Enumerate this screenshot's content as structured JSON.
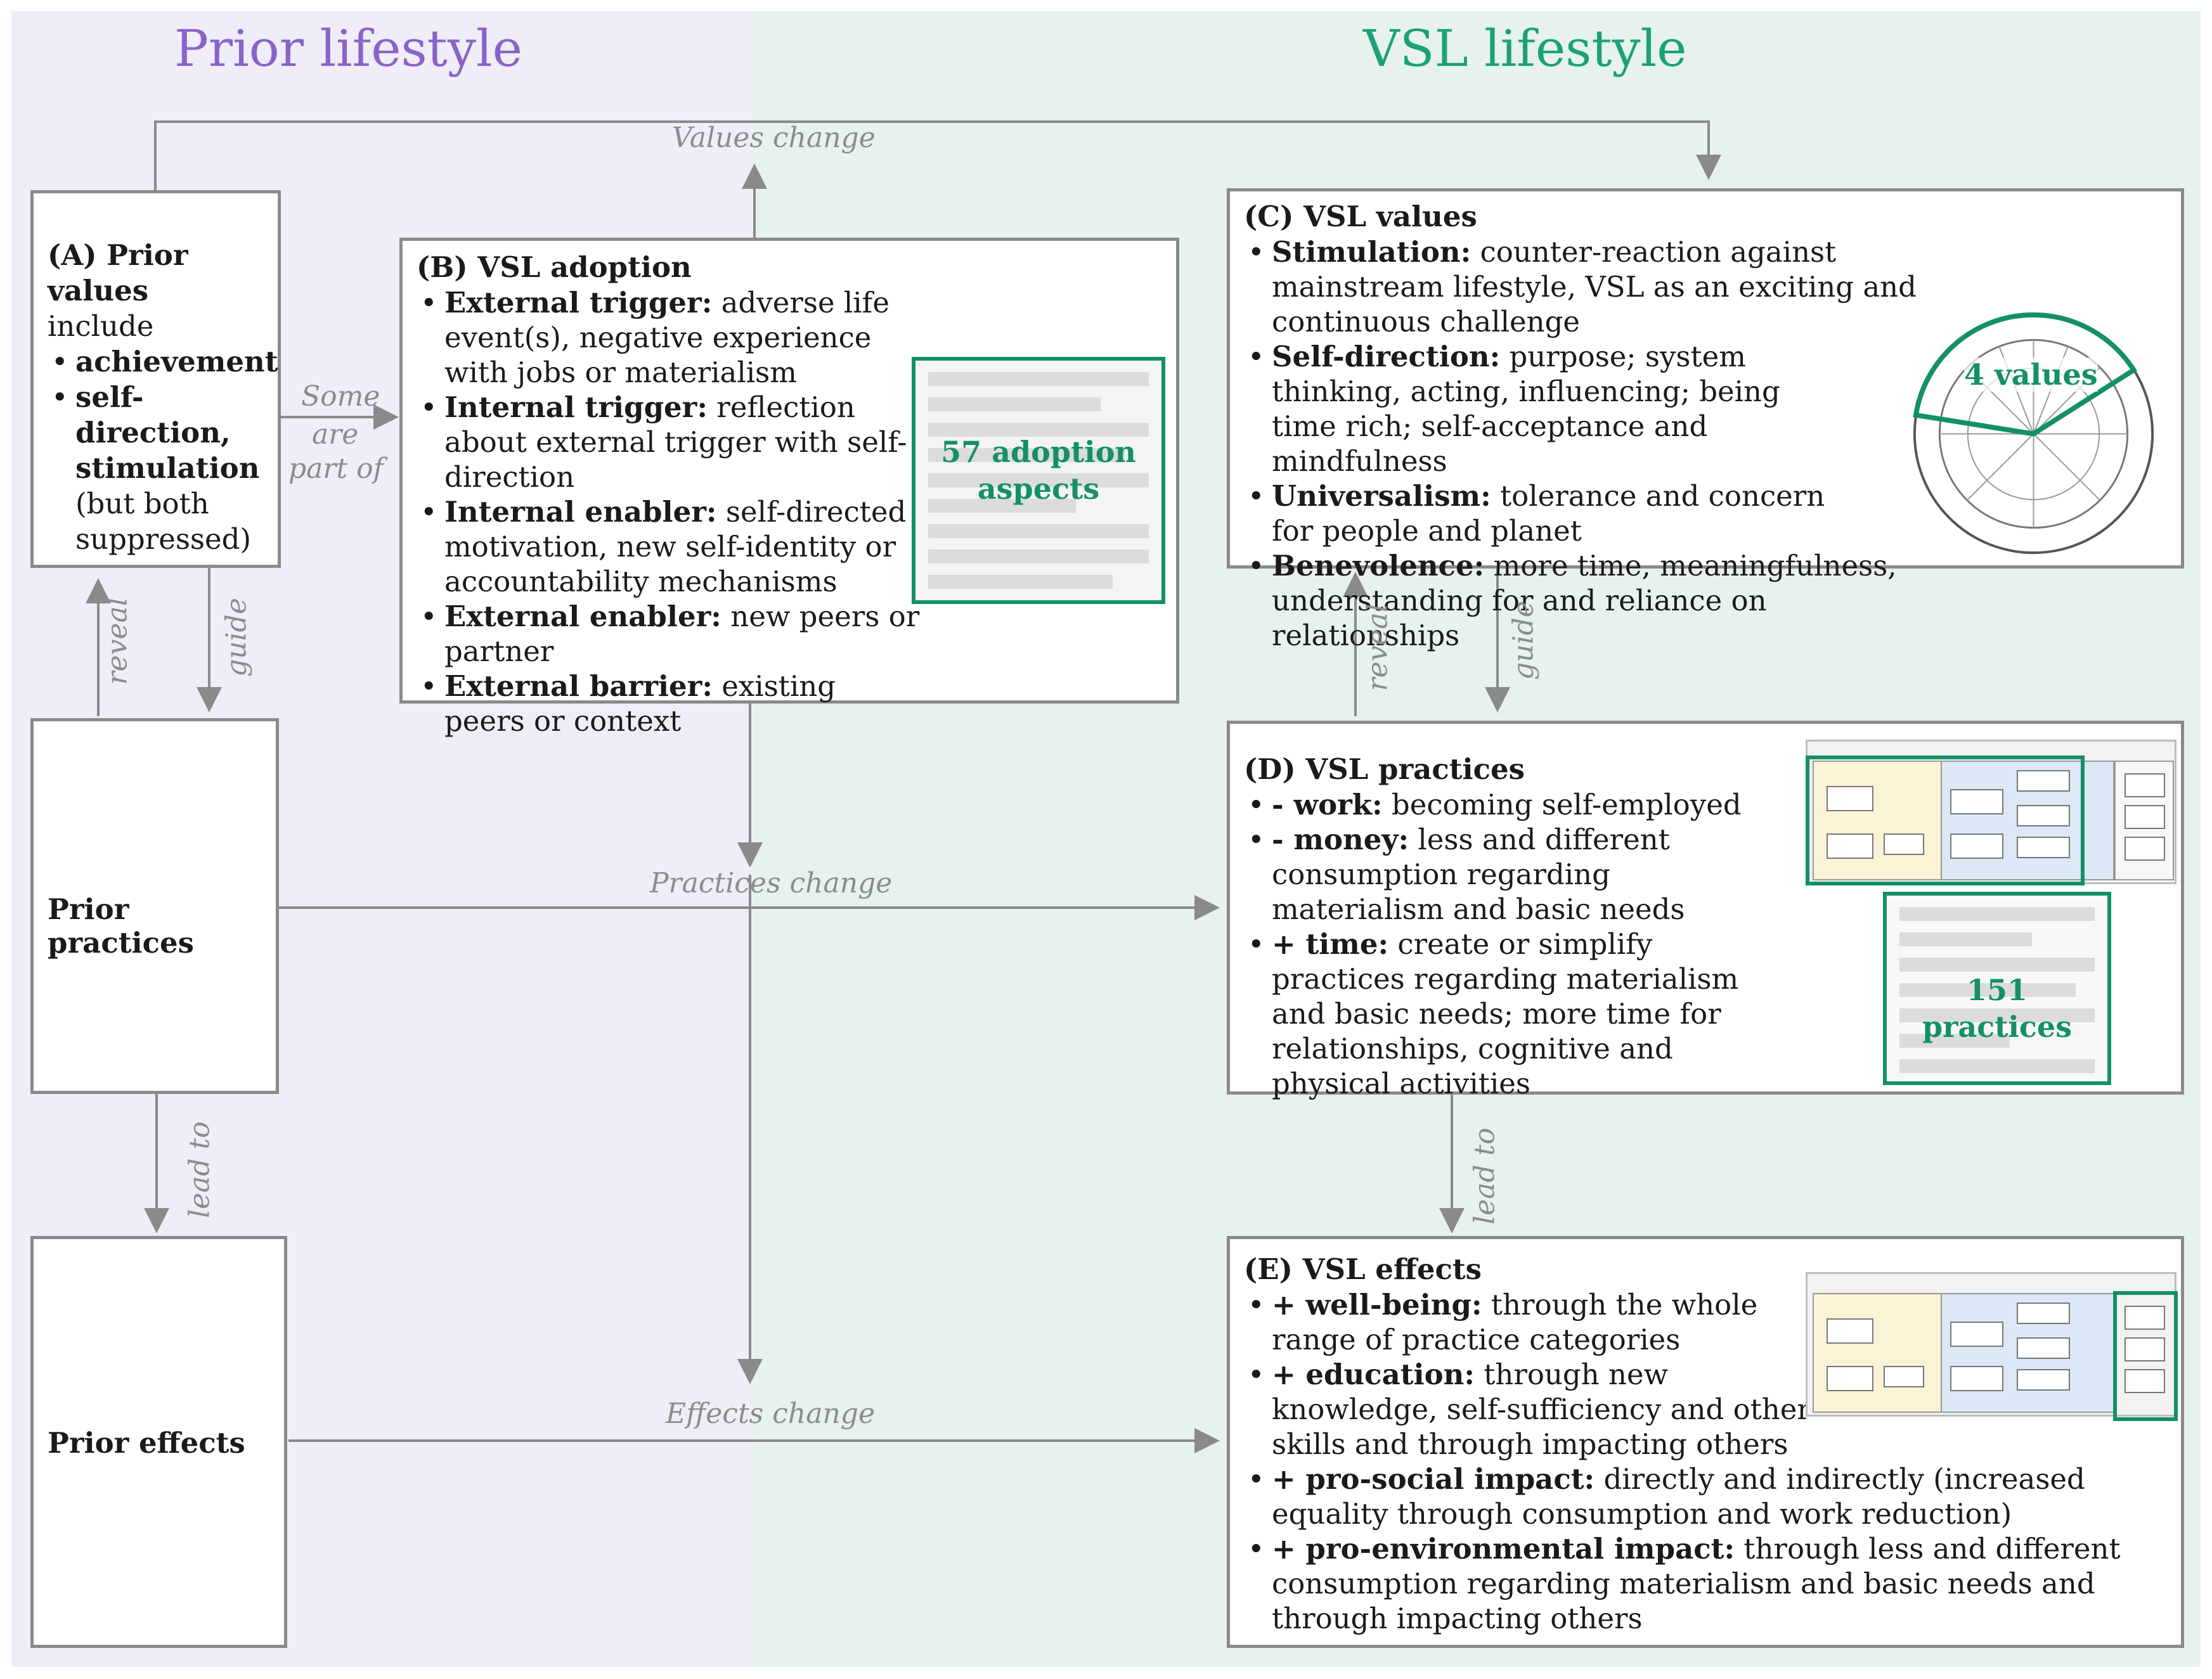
{
  "headings": {
    "prior": "Prior lifestyle",
    "vsl": "VSL lifestyle"
  },
  "box_a": {
    "title": "(A) Prior values",
    "intro": "include",
    "items": [
      {
        "bold": "achievement",
        "text": ""
      },
      {
        "bold": "self-direction, stimulation",
        "text": " (but both suppressed)"
      }
    ]
  },
  "box_b": {
    "title": "(B) VSL adoption",
    "items": [
      {
        "bold": "External trigger:",
        "text": " adverse life event(s), negative experience with jobs or materialism"
      },
      {
        "bold": "Internal trigger:",
        "text": " reflection about external trigger with self-direction"
      },
      {
        "bold": "Internal enabler:",
        "text": " self-directed motivation, new self-identity or accountability mechanisms"
      },
      {
        "bold": "External enabler:",
        "text": " new peers or partner"
      },
      {
        "bold": "External barrier:",
        "text": " existing peers or context"
      }
    ],
    "thumb_label_1": "57 adoption",
    "thumb_label_2": "aspects"
  },
  "box_c": {
    "title": "(C) VSL values",
    "items": [
      {
        "bold": "Stimulation:",
        "text": " counter-reaction against mainstream lifestyle, VSL as an exciting and continuous challenge"
      },
      {
        "bold": "Self-direction:",
        "text": " purpose; system thinking, acting, influencing; being time rich; self-acceptance and mindfulness"
      },
      {
        "bold": "Universalism:",
        "text": " tolerance and concern for people and planet"
      },
      {
        "bold": "Benevolence:",
        "text": " more time, meaningfulness, understanding for and reliance on relationships"
      }
    ],
    "wheel_label": "4 values"
  },
  "box_d": {
    "title": "(D) VSL practices",
    "items": [
      {
        "bold": "- work:",
        "text": " becoming self-employed"
      },
      {
        "bold": "- money:",
        "text": " less and different consumption regarding materialism and basic needs"
      },
      {
        "bold": "+ time:",
        "text": " create or simplify practices regarding materialism and basic needs; more time for relationships, cognitive and physical activities"
      }
    ],
    "thumb_label": "151 practices"
  },
  "box_e": {
    "title": "(E) VSL effects",
    "items": [
      {
        "bold": "+ well-being:",
        "text": " through the whole range of practice categories"
      },
      {
        "bold": "+ education:",
        "text": " through new knowledge, self-sufficiency and other skills and through impacting others"
      },
      {
        "bold": "+ pro-social impact:",
        "text": " directly and indirectly (increased equality through consumption and work reduction)"
      },
      {
        "bold": "+ pro-environmental impact:",
        "text": " through less and different consumption regarding materialism and basic needs and through impacting others"
      }
    ]
  },
  "prior_practices": "Prior practices",
  "prior_effects": "Prior effects",
  "edge_labels": {
    "values_change": "Values change",
    "practices_change": "Practices change",
    "effects_change": "Effects change",
    "some": "Some",
    "are": "are",
    "part_of": "part of",
    "reveal_a": "reveal",
    "guide_a": "guide",
    "lead_to_a": "lead to",
    "reveal_c": "reveal",
    "guide_c": "guide",
    "lead_to_c": "lead to"
  },
  "colors": {
    "prior": "#8a63c9",
    "vsl": "#1aa17a",
    "highlight": "#149069",
    "arrow": "#8a8a8a"
  }
}
